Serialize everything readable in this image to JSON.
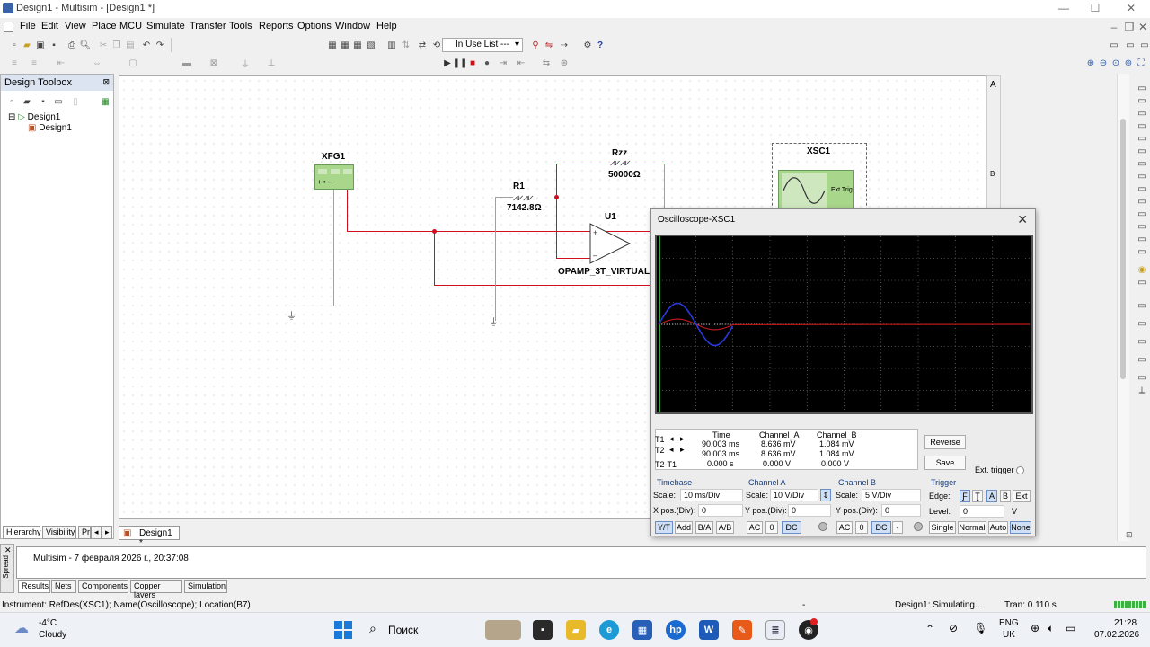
{
  "window": {
    "title": "Design1 - Multisim - [Design1 *]",
    "minimize": "—",
    "maximize": "☐",
    "close": "✕"
  },
  "menu": [
    "File",
    "Edit",
    "View",
    "Place",
    "MCU",
    "Simulate",
    "Transfer",
    "Tools",
    "Reports",
    "Options",
    "Window",
    "Help"
  ],
  "toolbar": {
    "in_use_list": "In Use List ---"
  },
  "toolbox": {
    "title": "Design Toolbox",
    "tree_root": "Design1",
    "tree_child": "Design1"
  },
  "toolbox_tabs": [
    "Hierarchy",
    "Visibility",
    "Pr"
  ],
  "schematic": {
    "tab": "Design1 *",
    "xfg1": "XFG1",
    "r1_name": "R1",
    "r1_value": "7142.8Ω",
    "rzz_name": "Rzz",
    "rzz_value": "50000Ω",
    "u1_name": "U1",
    "u1_model": "OPAMP_3T_VIRTUAL",
    "xsc1": "XSC1",
    "ext_trig": "Ext Trig",
    "ruler_a": "A",
    "ruler_b": "B"
  },
  "oscilloscope": {
    "title": "Oscilloscope-XSC1",
    "close": "✕",
    "table": {
      "headers": [
        "Time",
        "Channel_A",
        "Channel_B"
      ],
      "rows": [
        {
          "label": "T1",
          "time": "90.003 ms",
          "a": "8.636 mV",
          "b": "1.084 mV"
        },
        {
          "label": "T2",
          "time": "90.003 ms",
          "a": "8.636 mV",
          "b": "1.084 mV"
        },
        {
          "label": "T2-T1",
          "time": "0.000 s",
          "a": "0.000 V",
          "b": "0.000 V"
        }
      ]
    },
    "reverse": "Reverse",
    "save": "Save",
    "ext_trigger": "Ext. trigger",
    "timebase": {
      "label": "Timebase",
      "scale_label": "Scale:",
      "scale": "10 ms/Div",
      "xpos_label": "X pos.(Div):",
      "xpos": "0",
      "modes": [
        "Y/T",
        "Add",
        "B/A",
        "A/B"
      ]
    },
    "channel_a": {
      "label": "Channel A",
      "scale_label": "Scale:",
      "scale": "10  V/Div",
      "ypos_label": "Y pos.(Div):",
      "ypos": "0",
      "coupling": [
        "AC",
        "0",
        "DC"
      ]
    },
    "channel_b": {
      "label": "Channel B",
      "scale_label": "Scale:",
      "scale": "5  V/Div",
      "ypos_label": "Y pos.(Div):",
      "ypos": "0",
      "coupling": [
        "AC",
        "0",
        "DC",
        "-"
      ]
    },
    "trigger": {
      "label": "Trigger",
      "edge_label": "Edge:",
      "level_label": "Level:",
      "level": "0",
      "unit": "V",
      "edge_buttons": [
        "Ƒ",
        "Ʈ",
        "A",
        "B",
        "Ext"
      ],
      "modes": [
        "Single",
        "Normal",
        "Auto",
        "None"
      ]
    },
    "colors": {
      "channel_a": "#2a3ae0",
      "channel_b": "#c01818",
      "grid": "#9a9a9a"
    }
  },
  "spreadsheet": {
    "side_label": "Spread",
    "message": "Multisim  -  7 февраля 2026 г., 20:37:08",
    "tabs": [
      "Results",
      "Nets",
      "Components",
      "Copper layers",
      "Simulation"
    ]
  },
  "statusbar": {
    "instrument": "Instrument: RefDes(XSC1); Name(Oscilloscope); Location(B7)",
    "dash": "-",
    "state": "Design1: Simulating...",
    "tran": "Tran: 0.110 s"
  },
  "taskbar": {
    "temp": "-4°C",
    "weather": "Cloudy",
    "search": "Поиск",
    "lang_top": "ENG",
    "lang_bottom": "UK",
    "time": "21:28",
    "date": "07.02.2026"
  }
}
